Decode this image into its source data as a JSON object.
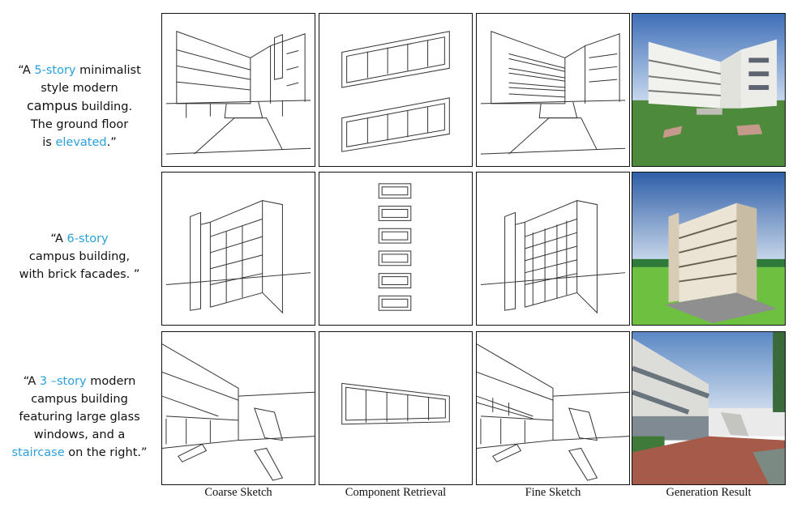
{
  "rows": [
    {
      "prompt": [
        [
          {
            "t": "“A "
          },
          {
            "t": "5-story",
            "hl": true
          },
          {
            "t": " minimalist"
          }
        ],
        [
          {
            "t": "style modern"
          }
        ],
        [
          {
            "t": "campus",
            "big": true
          },
          {
            "t": " building."
          }
        ],
        [
          {
            "t": "The ground floor"
          }
        ],
        [
          {
            "t": "is "
          },
          {
            "t": "elevated",
            "hl": true
          },
          {
            "t": ".”"
          }
        ]
      ]
    },
    {
      "prompt": [
        [
          {
            "t": "“A "
          },
          {
            "t": "6-story",
            "hl": true
          }
        ],
        [
          {
            "t": "campus building,"
          }
        ],
        [
          {
            "t": "with brick facades. ”"
          }
        ]
      ]
    },
    {
      "prompt": [
        [
          {
            "t": "“A "
          },
          {
            "t": "3 –story",
            "hl": true
          },
          {
            "t": " modern"
          }
        ],
        [
          {
            "t": "campus building"
          }
        ],
        [
          {
            "t": "featuring large glass"
          }
        ],
        [
          {
            "t": "windows, and a"
          }
        ],
        [
          {
            "t": "staircase",
            "hl": true
          },
          {
            "t": " on the right.”"
          }
        ]
      ]
    }
  ],
  "columns": [
    {
      "label": "Coarse Sketch"
    },
    {
      "label": "Component Retrieval"
    },
    {
      "label": "Fine Sketch"
    },
    {
      "label": "Generation Result"
    }
  ],
  "colors": {
    "highlight": "#2aa0dc",
    "border": "#111111"
  }
}
